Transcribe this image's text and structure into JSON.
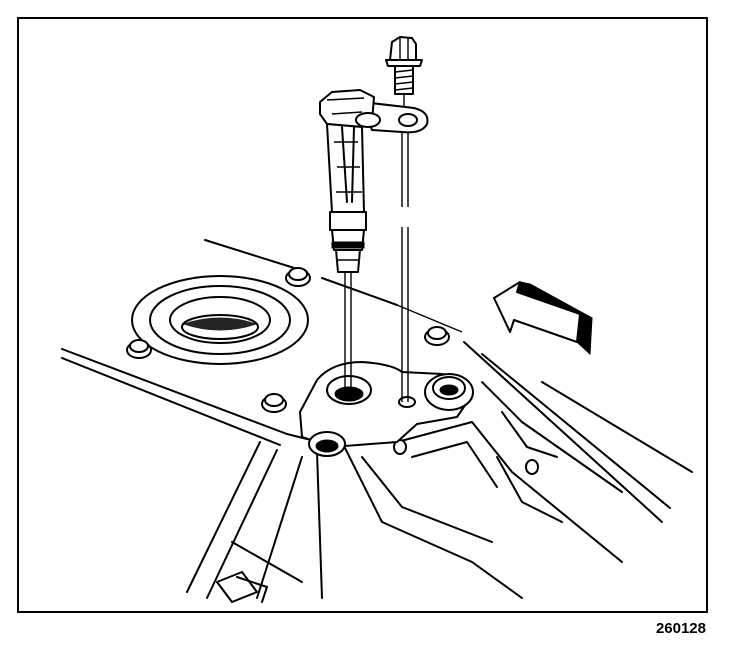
{
  "figure": {
    "number": "260128",
    "colors": {
      "line": "#000000",
      "background": "#ffffff"
    },
    "components": [
      "camshaft-position-sensor",
      "mounting-bolt",
      "engine-block",
      "valley-cover",
      "view-direction-arrow"
    ]
  }
}
